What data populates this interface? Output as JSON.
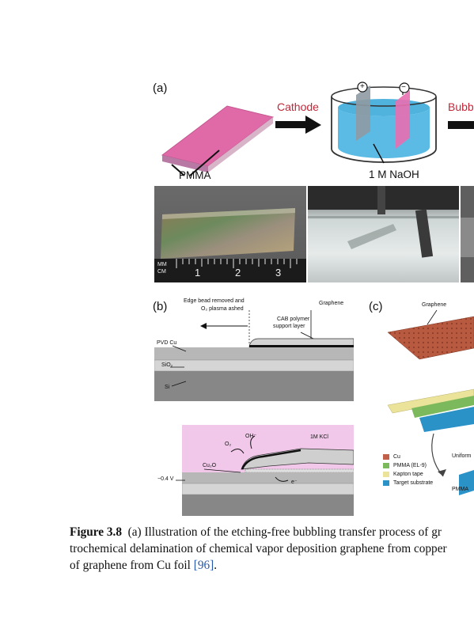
{
  "panel_a": {
    "label": "(a)",
    "cathode_label": "Cathode",
    "bubbling_label": "Bubb",
    "pmma_label": "PMMA",
    "naoh_label": "1 M NaOH",
    "plus_sign": "+",
    "minus_sign": "−",
    "ruler_unit_top": "MM",
    "ruler_unit_bottom": "CM",
    "ruler_numbers": [
      "1",
      "2",
      "3"
    ]
  },
  "panel_b": {
    "label": "(b)",
    "edge_bead_label_1": "Edge bead removed and",
    "edge_bead_label_2": "O₂ plasma ashed",
    "graphene_label": "Graphene",
    "cab_label_1": "CAB polymer",
    "cab_label_2": "support layer",
    "pvd_cu_label": "PVD Cu",
    "sio2_label": "SiO₂",
    "si_label": "Si",
    "kcl_label": "1M KCl",
    "o2_label": "O₂",
    "oh_label": "OH⁻",
    "cu2o_label": "Cu₂O",
    "electron_label": "e⁻",
    "voltage_label": "−0.4 V"
  },
  "panel_c": {
    "label": "(c)",
    "graphene_label": "Graphene",
    "uniform_label": "Uniform",
    "pmma_bottom_label": "PMMA",
    "legend": [
      {
        "label": "Cu",
        "color": "#c0604a"
      },
      {
        "label": "PMMA (EL-9)",
        "color": "#7cb95c"
      },
      {
        "label": "Kapton tape",
        "color": "#ece39a"
      },
      {
        "label": "Target substrate",
        "color": "#2b92c8"
      }
    ]
  },
  "caption": {
    "figure_label": "Figure 3.8",
    "line1": "(a) Illustration of the etching-free bubbling transfer process of gr",
    "line2": "trochemical delamination of chemical vapor deposition graphene from copper",
    "line3": "of graphene from Cu foil ",
    "reference": "[96]",
    "end_period": "."
  }
}
